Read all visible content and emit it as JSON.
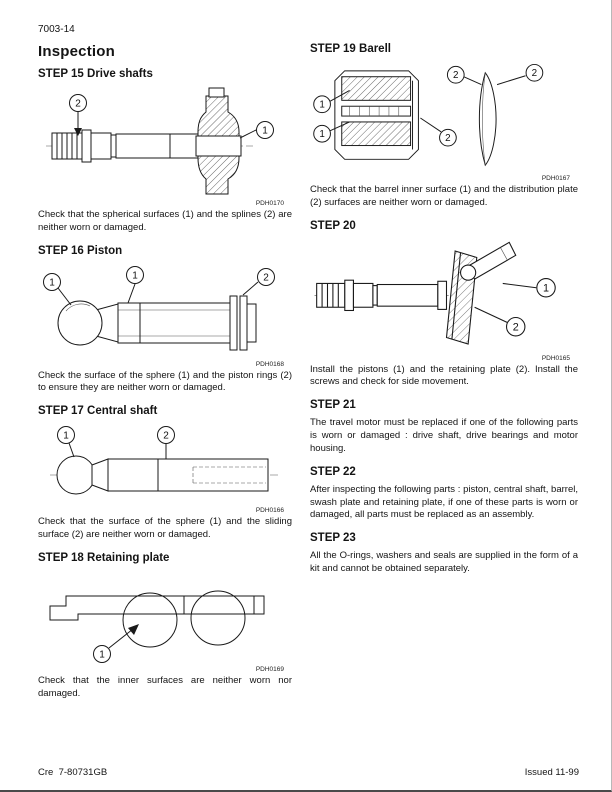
{
  "page": {
    "number": "7003-14",
    "section_title": "Inspection",
    "footer_left": "Cre  7-80731GB",
    "footer_right": "Issued 11-99"
  },
  "steps": {
    "s15": {
      "heading": "STEP 15 Drive shafts",
      "body": "Check that the spherical surfaces (1) and the splines (2) are neither worn or damaged.",
      "figure_code": "PDH0170",
      "callouts": {
        "c1": "2",
        "c2": "1"
      }
    },
    "s16": {
      "heading": "STEP 16 Piston",
      "body": "Check the surface of the sphere (1) and the piston rings (2) to ensure they are neither worn or damaged.",
      "figure_code": "PDH0168",
      "callouts": {
        "c1": "1",
        "c2": "1",
        "c3": "2"
      }
    },
    "s17": {
      "heading": "STEP 17 Central shaft",
      "body": "Check that the surface of the sphere (1) and the sliding surface (2) are neither worn or damaged.",
      "figure_code": "PDH0166",
      "callouts": {
        "c1": "1",
        "c2": "2"
      }
    },
    "s18": {
      "heading": "STEP 18 Retaining plate",
      "body": "Check that the inner surfaces are neither worn nor damaged.",
      "figure_code": "PDH0169",
      "callouts": {
        "c1": "1"
      }
    },
    "s19": {
      "heading": "STEP 19 Barell",
      "body": "Check that the barrel inner surface (1) and the distribution plate (2) surfaces are neither worn or damaged.",
      "figure_code": "PDH0167",
      "callouts": {
        "c1": "1",
        "c2": "1",
        "c3": "2",
        "c4": "2",
        "c5": "2"
      }
    },
    "s20": {
      "heading": "STEP 20",
      "body": "Install the pistons (1) and the retaining plate (2). Install the screws and check for side movement.",
      "figure_code": "PDH0165",
      "callouts": {
        "c1": "1",
        "c2": "2"
      }
    },
    "s21": {
      "heading": "STEP 21",
      "body": "The travel motor must be replaced if one of the following parts is worn or damaged : drive shaft, drive bearings and motor housing."
    },
    "s22": {
      "heading": "STEP 22",
      "body": "After inspecting the following parts : piston, central shaft, barrel, swash plate and retaining plate, if one of these parts is worn or damaged, all parts must be replaced as an assembly."
    },
    "s23": {
      "heading": "STEP 23",
      "body": "All the O-rings, washers and seals are supplied in the form of a kit and cannot be obtained separately."
    }
  }
}
